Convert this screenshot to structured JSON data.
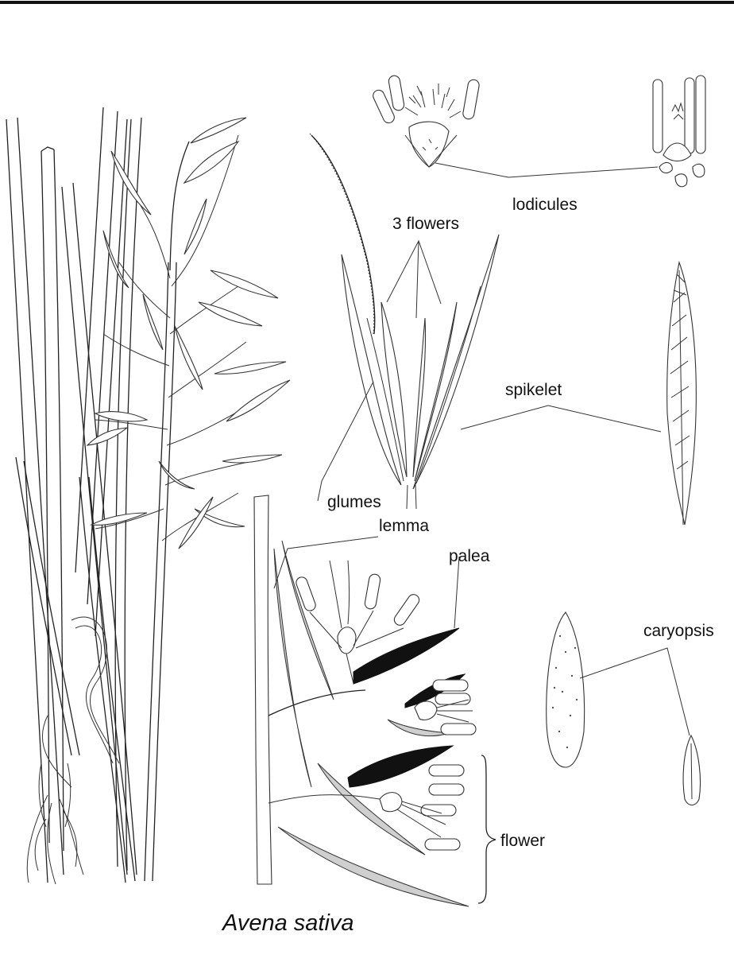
{
  "title": "Avena sativa",
  "labels": {
    "lodicules": "lodicules",
    "three_flowers": "3 flowers",
    "spikelet": "spikelet",
    "glumes": "glumes",
    "lemma": "lemma",
    "palea": "palea",
    "caryopsis": "caryopsis",
    "flower": "flower"
  }
}
